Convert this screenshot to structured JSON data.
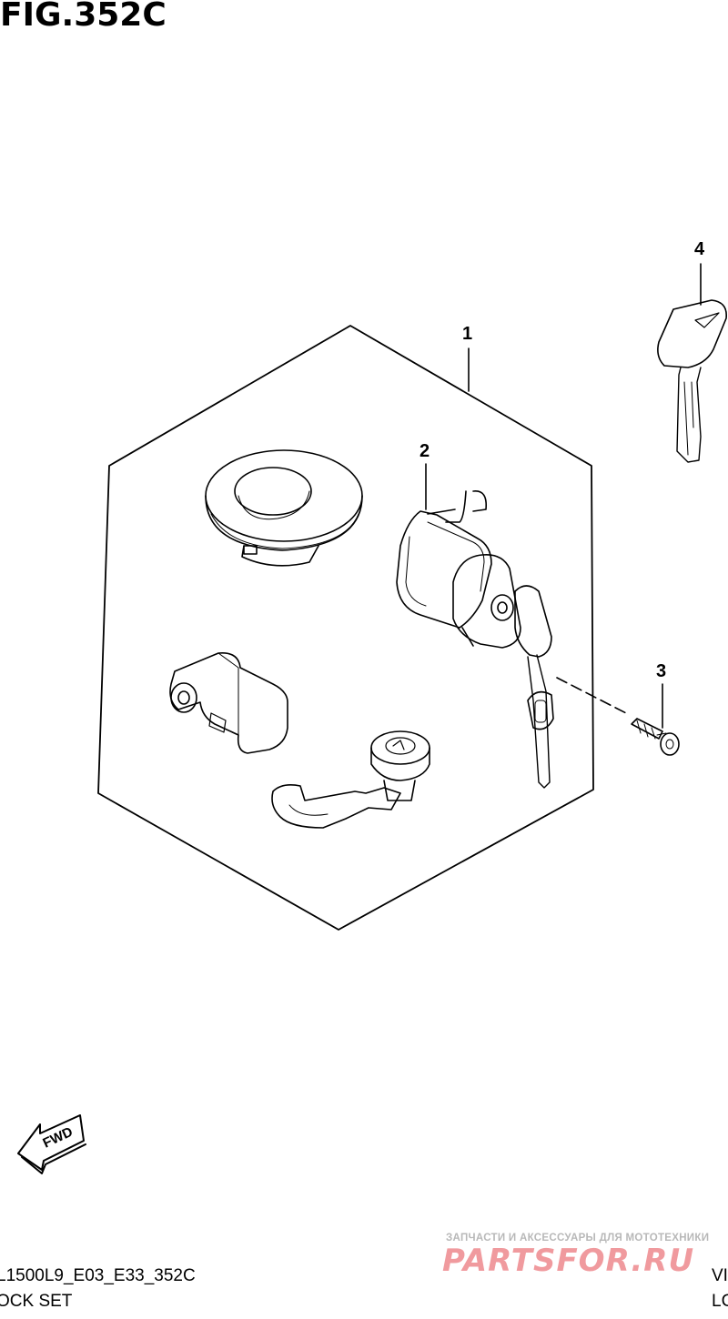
{
  "figure": {
    "title": "FIG.352C"
  },
  "callouts": [
    {
      "id": "1",
      "label": "1"
    },
    {
      "id": "2",
      "label": "2"
    },
    {
      "id": "3",
      "label": "3"
    },
    {
      "id": "4",
      "label": "4"
    }
  ],
  "fwd_label": "FWD",
  "footer": {
    "model_code": "L1500L9_E03_E33_352C",
    "section_name": "OCK SET",
    "right_line1": "VI",
    "right_line2": "LC"
  },
  "watermark": {
    "tagline": "ЗАПЧАСТИ И АКСЕССУАРЫ ДЛЯ МОТОТЕХНИКИ",
    "brand": "PARTSFOR.RU"
  }
}
